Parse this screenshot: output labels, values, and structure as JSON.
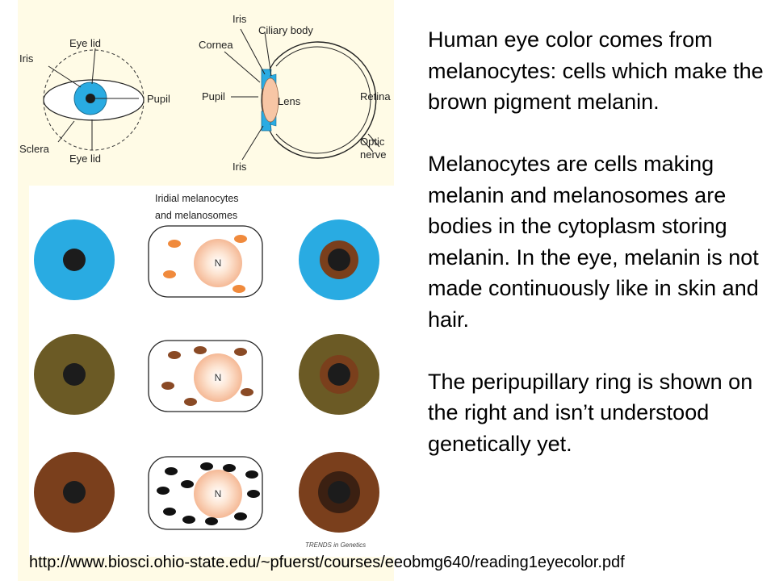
{
  "labels": {
    "front": {
      "eye_lid_top": "Eye lid",
      "iris": "Iris",
      "pupil": "Pupil",
      "sclera": "Sclera",
      "eye_lid_bottom": "Eye lid"
    },
    "section": {
      "iris_top": "Iris",
      "ciliary_body": "Ciliary body",
      "cornea": "Cornea",
      "pupil": "Pupil",
      "lens": "Lens",
      "retina": "Retina",
      "optic_nerve_1": "Optic",
      "optic_nerve_2": "nerve",
      "iris_bottom": "Iris"
    },
    "cells_title_1": "Iridial melanocytes",
    "cells_title_2": "and melanosomes",
    "nucleus": "N",
    "credit": "TRENDS in Genetics"
  },
  "colors": {
    "blue_iris": "#29abe2",
    "green_iris": "#6b5a25",
    "brown_iris": "#7a3f1c",
    "pupil": "#1c1c1c",
    "light_melanosome": "#f08a3c",
    "mid_melanosome": "#8a4a25",
    "dark_melanosome": "#111111",
    "nucleus": "#f7c6a5"
  },
  "text": {
    "para1": "Human eye color comes from melanocytes: cells which make the brown pigment melanin.",
    "para2": "Melanocytes are cells making melanin and melanosomes are bodies in the cytoplasm storing melanin.  In the eye, melanin is not made continuously like in skin and hair.",
    "para3": "The peripupillary ring is shown on the right and isn’t understood genetically yet."
  },
  "source_url": "http://www.biosci.ohio-state.edu/~pfuerst/courses/eeobmg640/reading1eyecolor.pdf"
}
